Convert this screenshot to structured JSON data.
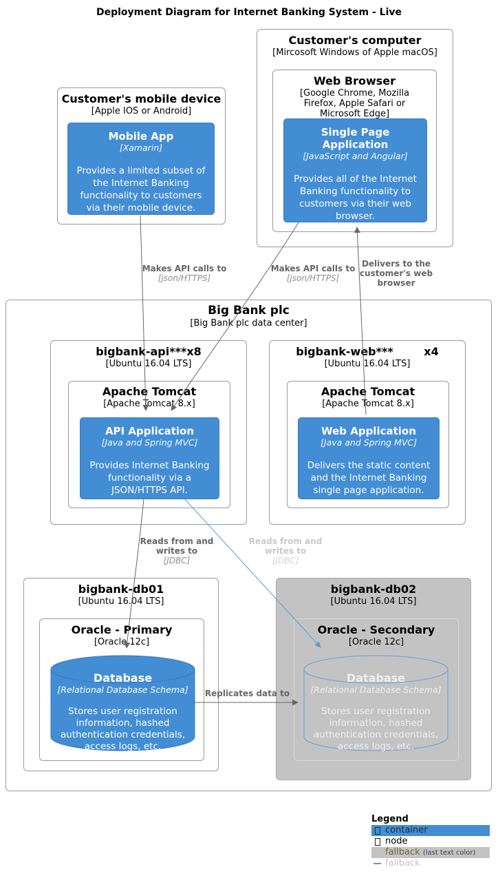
{
  "title": "Deployment Diagram for Internet Banking System - Live",
  "colors": {
    "container_blue": "#438dd5",
    "fallback_gray": "#c3c3c3",
    "arrow_gray": "#666666",
    "arrow_blue": "#5a9bd5",
    "fallback_text_olive": "#6b6b3a"
  },
  "mobile_device": {
    "name": "Customer's mobile device",
    "tech": "[Apple IOS or Android]",
    "mobile_app": {
      "name": "Mobile App",
      "tech": "[Xamarin]",
      "description": "Provides a limited subset of the Internet Banking functionality to customers via their mobile device."
    }
  },
  "computer": {
    "name": "Customer's computer",
    "tech": "[Mircosoft Windows of Apple macOS]",
    "web_browser": {
      "name": "Web Browser",
      "tech": "[Google Chrome, Mozilla Firefox, Apple Safari or Microsoft Edge]",
      "spa": {
        "name": "Single Page Application",
        "tech": "[JavaScript and Angular]",
        "description": "Provides all of the Internet Banking functionality to customers via their web browser."
      }
    }
  },
  "big_bank": {
    "name": "Big Bank plc",
    "tech": "[Big Bank plc data center]",
    "api_node": {
      "name": "bigbank-api***x8",
      "tech": "[Ubuntu 16.04 LTS]",
      "tomcat": {
        "name": "Apache Tomcat",
        "tech": "[Apache Tomcat 8.x]"
      },
      "app": {
        "name": "API Application",
        "tech": "[Java and Spring MVC]",
        "description": "Provides Internet Banking functionality via a JSON/HTTPS API."
      }
    },
    "web_node": {
      "name": "bigbank-web***        x4",
      "tech": "[Ubuntu 16.04 LTS]",
      "tomcat": {
        "name": "Apache Tomcat",
        "tech": "[Apache Tomcat 8.x]"
      },
      "app": {
        "name": "Web Application",
        "tech": "[Java and Spring MVC]",
        "description": "Delivers the static content and the Internet Banking single page application."
      }
    },
    "db01": {
      "name": "bigbank-db01",
      "tech": "[Ubuntu 16.04 LTS]",
      "oracle": {
        "name": "Oracle - Primary",
        "tech": "[Oracle 12c]"
      },
      "database": {
        "name": "Database",
        "tech": "[Relational Database Schema]",
        "description": "Stores user registration information, hashed authentication credentials, access logs, etc."
      }
    },
    "db02": {
      "name": "bigbank-db02",
      "tech": "[Ubuntu 16.04 LTS]",
      "oracle": {
        "name": "Oracle - Secondary",
        "tech": "[Oracle 12c]"
      },
      "database": {
        "name": "Database",
        "tech": "[Relational Database Schema]",
        "description": "Stores user registration information, hashed authentication credentials, access logs, etc."
      }
    }
  },
  "relationships": {
    "mobile_to_api": {
      "label": "Makes API calls to",
      "tech": "[json/HTTPS]"
    },
    "spa_to_api": {
      "label": "Makes API calls to",
      "tech": "[json/HTTPS]"
    },
    "web_to_spa": {
      "label": "Delivers to the customer's web browser"
    },
    "api_to_db01": {
      "label": "Reads from and writes to",
      "tech": "[JDBC]"
    },
    "api_to_db02": {
      "label": "Reads from and writes to",
      "tech": "[JDBC]"
    },
    "db01_to_db02": {
      "label": "Replicates data to"
    }
  },
  "legend": {
    "title": "Legend",
    "items": [
      {
        "label": "container"
      },
      {
        "label": "node"
      },
      {
        "label": "fallback",
        "note": "(last text color)"
      },
      {
        "label": "fallback"
      }
    ]
  }
}
